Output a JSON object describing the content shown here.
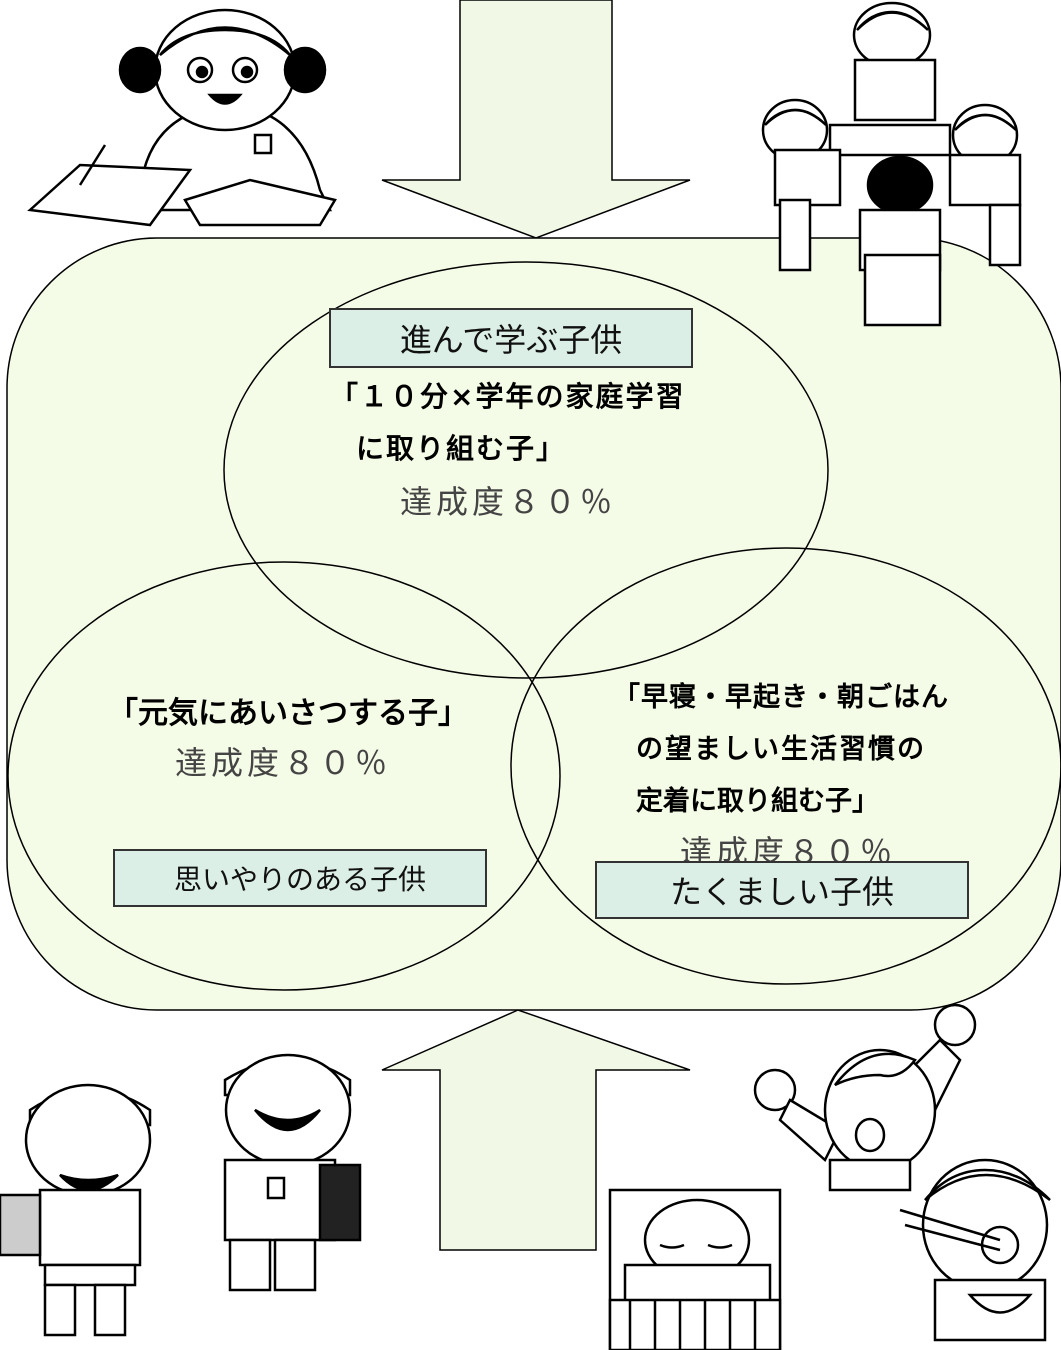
{
  "goals": {
    "study": {
      "label": "進んで学ぶ子供",
      "line1": "「１０分×学年の家庭学習",
      "line2": "に取り組む子」",
      "achievement": "達成度８０％"
    },
    "kindness": {
      "label": "思いやりのある子供",
      "line1": "「元気にあいさつする子」",
      "achievement": "達成度８０％"
    },
    "health": {
      "label": "たくましい子供",
      "line1": "「早寝・早起き・朝ごはん",
      "line2": "の望ましい生活習慣の",
      "line3": "定着に取り組む子」",
      "achievement": "達成度８０％"
    }
  },
  "illustrations": [
    "child-studying",
    "children-group-discussion",
    "children-greeting",
    "child-sleeping",
    "child-waking-up",
    "child-eating-breakfast"
  ],
  "colors": {
    "panel_fill": "#f4fbe6",
    "arrow_fill": "#f1f8e6",
    "label_fill": "#dcefe6",
    "outline": "#000000"
  }
}
